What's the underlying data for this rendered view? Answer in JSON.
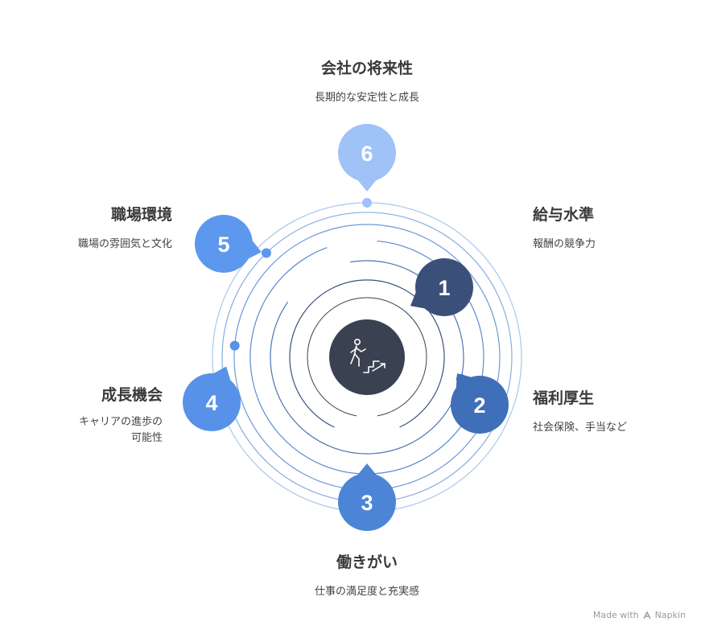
{
  "nodes": [
    {
      "number": "1",
      "title": "給与水準",
      "desc_lines": [
        "報酬の競争力"
      ],
      "color": "#3b5079",
      "dot_color": "#3b5079",
      "ring_color": "#3b5079"
    },
    {
      "number": "2",
      "title": "福利厚生",
      "desc_lines": [
        "社会保険、手当など"
      ],
      "color": "#3f6fb8",
      "dot_color": "#3f6fb8",
      "ring_color": "#4a76b4"
    },
    {
      "number": "3",
      "title": "働きがい",
      "desc_lines": [
        "仕事の満足度と充実感"
      ],
      "color": "#4d85d6",
      "dot_color": "#4d85d6",
      "ring_color": "#5a8bd0"
    },
    {
      "number": "4",
      "title": "成長機会",
      "desc_lines": [
        "キャリアの進歩の",
        "可能性"
      ],
      "color": "#5792e8",
      "dot_color": "#5792e8",
      "ring_color": "#6c9ad8"
    },
    {
      "number": "5",
      "title": "職場環境",
      "desc_lines": [
        "職場の雰囲気と文化"
      ],
      "color": "#5d98ef",
      "dot_color": "#5d98ef",
      "ring_color": "#86aee0"
    },
    {
      "number": "6",
      "title": "会社の将来性",
      "desc_lines": [
        "長期的な安定性と成長"
      ],
      "color": "#9fc2f7",
      "dot_color": "#9fc2f7",
      "ring_color": "#a9c8ec"
    }
  ],
  "center_icon": "person-climbing-stairs-icon",
  "center_color": "#3a4150",
  "footer": {
    "made_with": "Made with",
    "brand": "Napkin",
    "brand_icon": "napkin-logo-icon"
  }
}
